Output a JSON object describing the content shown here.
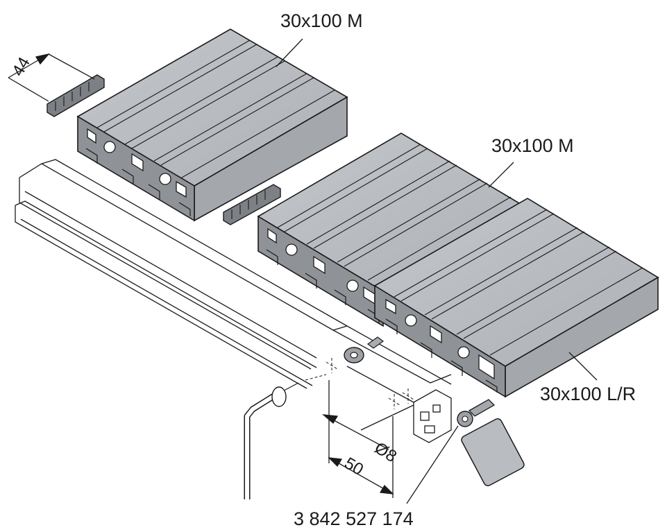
{
  "labels": {
    "profile_top": "30x100 M",
    "profile_middle": "30x100 M",
    "profile_edge": "30x100 L/R",
    "part_number": "3 842 527 174"
  },
  "dimensions": {
    "connector_width": "44",
    "hole_diameter": "Ø8",
    "hole_spacing": "50"
  },
  "colors": {
    "profile_top": "#b9bcc0",
    "profile_side": "#a4a8ad",
    "profile_front": "#8f9398",
    "line": "#1a1a1a"
  }
}
